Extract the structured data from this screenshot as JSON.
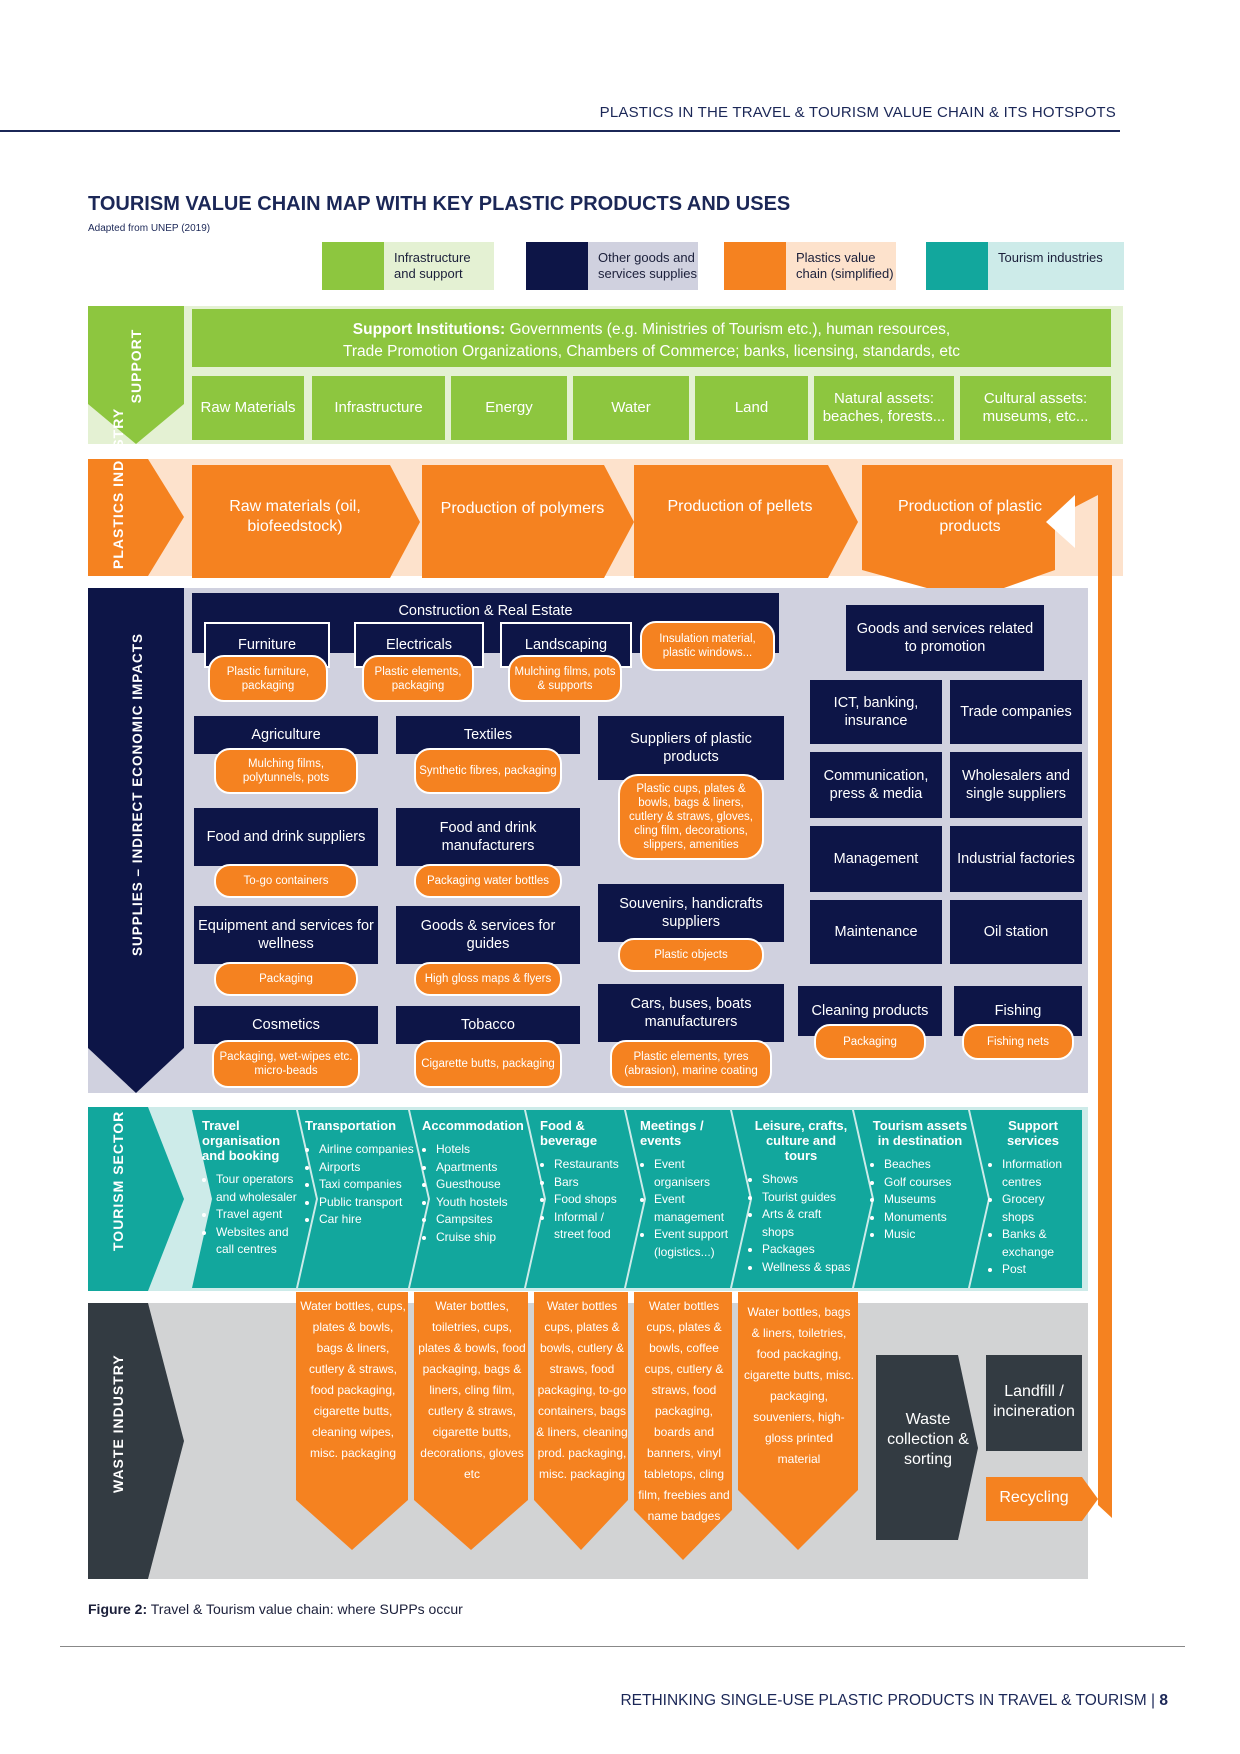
{
  "header": "PLASTICS IN THE TRAVEL & TOURISM VALUE CHAIN & ITS HOTSPOTS",
  "title": "TOURISM VALUE CHAIN MAP WITH KEY PLASTIC PRODUCTS AND USES",
  "subtitle": "Adapted from UNEP (2019)",
  "legend": [
    {
      "label": "Infrastructure and support",
      "color": "#8dc63f",
      "bg": "#e4f1d3"
    },
    {
      "label": "Other goods and services supplies",
      "color": "#0d1547",
      "bg": "#d0d1df"
    },
    {
      "label": "Plastics value chain (simplified)",
      "color": "#f58220",
      "bg": "#fde2cc"
    },
    {
      "label": "Tourism industries",
      "color": "#12a79d",
      "bg": "#cdebe9"
    }
  ],
  "sections": {
    "support": "SUPPORT",
    "plastics": "PLASTICS INDUSTRY",
    "supplies": "SUPPLIES – INDIRECT ECONOMIC IMPACTS",
    "tourism": "TOURISM SECTOR",
    "waste": "WASTE INDUSTRY"
  },
  "support": {
    "institutions_bold": "Support Institutions:",
    "institutions_line1": " Governments (e.g. Ministries of Tourism etc.), human resources,",
    "institutions_line2": "Trade Promotion Organizations, Chambers of Commerce; banks, licensing, standards, etc",
    "assets": [
      "Raw Materials",
      "Infrastructure",
      "Energy",
      "Water",
      "Land",
      "Natural assets: beaches, forests...",
      "Cultural assets: museums, etc..."
    ]
  },
  "plastics_chain": [
    "Raw materials (oil, biofeedstock)",
    "Production of polymers",
    "Production of pellets",
    "Production of plastic products"
  ],
  "supplies": {
    "construction": "Construction & Real Estate",
    "furniture": "Furniture",
    "furniture_plastic": "Plastic furniture, packaging",
    "electricals": "Electricals",
    "electricals_plastic": "Plastic elements, packaging",
    "landscaping": "Landscaping",
    "landscaping_plastic": "Mulching films, pots & supports",
    "insulation": "Insulation material, plastic windows...",
    "agriculture": "Agriculture",
    "agriculture_plastic": "Mulching films, polytunnels, pots",
    "textiles": "Textiles",
    "textiles_plastic": "Synthetic fibres, packaging",
    "suppliers_plastic": "Suppliers of plastic products",
    "suppliers_plastic_items": "Plastic cups, plates & bowls, bags & liners, cutlery & straws, gloves, cling film, decorations, slippers, amenities",
    "food_suppliers": "Food and drink suppliers",
    "food_suppliers_plastic": "To-go containers",
    "food_manufacturers": "Food and drink manufacturers",
    "food_manufacturers_plastic": "Packaging water bottles",
    "souvenirs": "Souvenirs, handicrafts suppliers",
    "souvenirs_plastic": "Plastic objects",
    "wellness": "Equipment and services for wellness",
    "wellness_plastic": "Packaging",
    "guides": "Goods & services for guides",
    "guides_plastic": "High gloss maps & flyers",
    "cars": "Cars, buses, boats manufacturers",
    "cars_plastic": "Plastic elements, tyres (abrasion), marine coating",
    "cosmetics": "Cosmetics",
    "cosmetics_plastic": "Packaging, wet-wipes etc. micro-beads",
    "tobacco": "Tobacco",
    "tobacco_plastic": "Cigarette butts, packaging",
    "promotion": "Goods and services related to promotion",
    "ict": "ICT, banking, insurance",
    "trade": "Trade companies",
    "communication": "Communication, press & media",
    "wholesalers": "Wholesalers and single suppliers",
    "management": "Management",
    "industrial": "Industrial factories",
    "maintenance": "Maintenance",
    "oil": "Oil station",
    "cleaning": "Cleaning products",
    "cleaning_plastic": "Packaging",
    "fishing": "Fishing",
    "fishing_plastic": "Fishing nets"
  },
  "tourism": [
    {
      "title": "Travel organisation and booking",
      "items": [
        "Tour operators and wholesaler",
        "Travel agent",
        "Websites and call centres"
      ]
    },
    {
      "title": "Transportation",
      "items": [
        "Airline companies",
        "Airports",
        "Taxi companies",
        "Public transport",
        "Car hire"
      ]
    },
    {
      "title": "Accommodation",
      "items": [
        "Hotels",
        "Apartments",
        "Guesthouse",
        "Youth hostels",
        "Campsites",
        "Cruise ship"
      ]
    },
    {
      "title": "Food & beverage",
      "items": [
        "Restaurants",
        "Bars",
        "Food shops",
        "Informal / street food"
      ]
    },
    {
      "title": "Meetings / events",
      "items": [
        "Event organisers",
        "Event management",
        "Event support (logistics...)"
      ]
    },
    {
      "title": "Leisure, crafts, culture and tours",
      "items": [
        "Shows",
        "Tourist guides",
        "Arts & craft shops",
        "Packages",
        "Wellness & spas"
      ]
    },
    {
      "title": "Tourism assets in destination",
      "items": [
        "Beaches",
        "Golf courses",
        "Museums",
        "Monuments",
        "Music"
      ]
    },
    {
      "title": "Support services",
      "items": [
        "Information centres",
        "Grocery shops",
        "Banks & exchange",
        "Post"
      ]
    }
  ],
  "waste_items": [
    "Water bottles, cups, plates & bowls, bags & liners, cutlery & straws, food packaging, cigarette butts, cleaning wipes, misc. packaging",
    "Water bottles, toiletries, cups, plates & bowls, food packaging, bags & liners, cling film, cutlery & straws, cigarette butts, decorations, gloves etc",
    "Water bottles cups, plates & bowls, cutlery & straws, food packaging, to-go containers, bags & liners, cleaning prod. packaging, misc. packaging",
    "Water bottles cups, plates & bowls, coffee cups, cutlery & straws, food packaging, boards and banners, vinyl tabletops, cling film, freebies and name badges",
    "Water bottles, bags & liners, toiletries, food packaging, cigarette butts, misc. packaging, souveniers, high-gloss printed material"
  ],
  "waste_flow": {
    "collection": "Waste collection & sorting",
    "landfill": "Landfill / incineration",
    "recycling": "Recycling"
  },
  "figure_caption_bold": "Figure 2:",
  "figure_caption": " Travel & Tourism value chain: where SUPPs occur",
  "footer_text": "RETHINKING SINGLE-USE PLASTIC PRODUCTS IN TRAVEL & TOURISM",
  "footer_page": "8"
}
